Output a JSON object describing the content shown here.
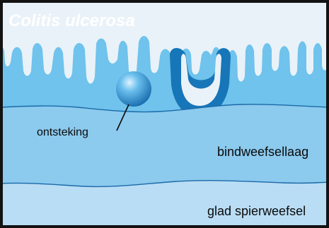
{
  "title": "Colitis ulcerosa",
  "labels": {
    "inflammation": "ontsteking",
    "connective_tissue": "bindweefsellaag",
    "smooth_muscle": "glad spierweefsel"
  },
  "colors": {
    "frame": "#131313",
    "background": "#6fc3ec",
    "mucosa": "#5fb3e0",
    "connective_layer": "#8ccaee",
    "muscle_layer": "#b9ddf4",
    "villi": "#e9f2f8",
    "ulcer": "#1776b8",
    "boundary_line": "#1b6aa8"
  }
}
